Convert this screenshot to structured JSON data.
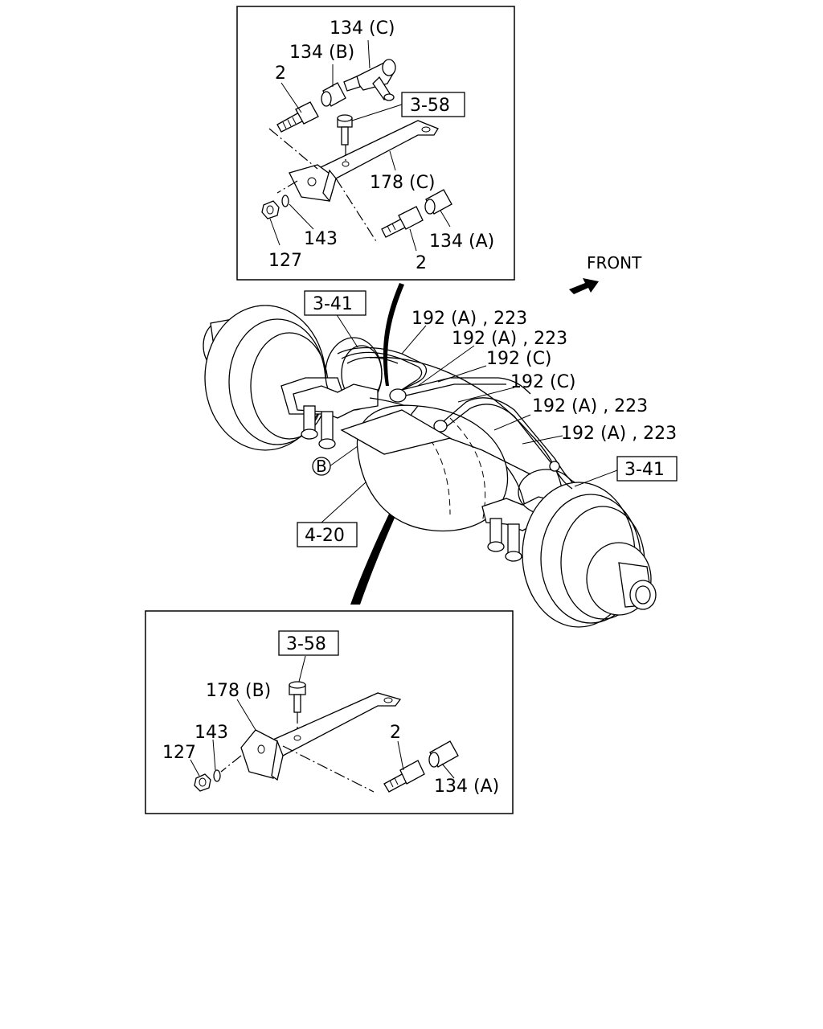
{
  "top_inset": {
    "labels": {
      "p134c": "134 (C)",
      "p134b": "134 (B)",
      "p2a": "2",
      "ref358": "3-58",
      "p178c": "178 (C)",
      "p143": "143",
      "p134a": "134 (A)",
      "p127": "127",
      "p2b": "2"
    }
  },
  "main": {
    "front_label": "FRONT",
    "labels": {
      "ref341_left": "3-41",
      "p192a_1": "192 (A) , 223",
      "p192a_2": "192 (A) , 223",
      "p192c_1": "192 (C)",
      "p192c_2": "192 (C)",
      "p192a_3": "192 (A) , 223",
      "p192a_4": "192 (A) , 223",
      "ref341_right": "3-41",
      "circle_b": "B",
      "ref420": "4-20"
    }
  },
  "bottom_inset": {
    "labels": {
      "ref358": "3-58",
      "p178b": "178 (B)",
      "p143": "143",
      "p127": "127",
      "p2": "2",
      "p134a": "134 (A)"
    }
  }
}
